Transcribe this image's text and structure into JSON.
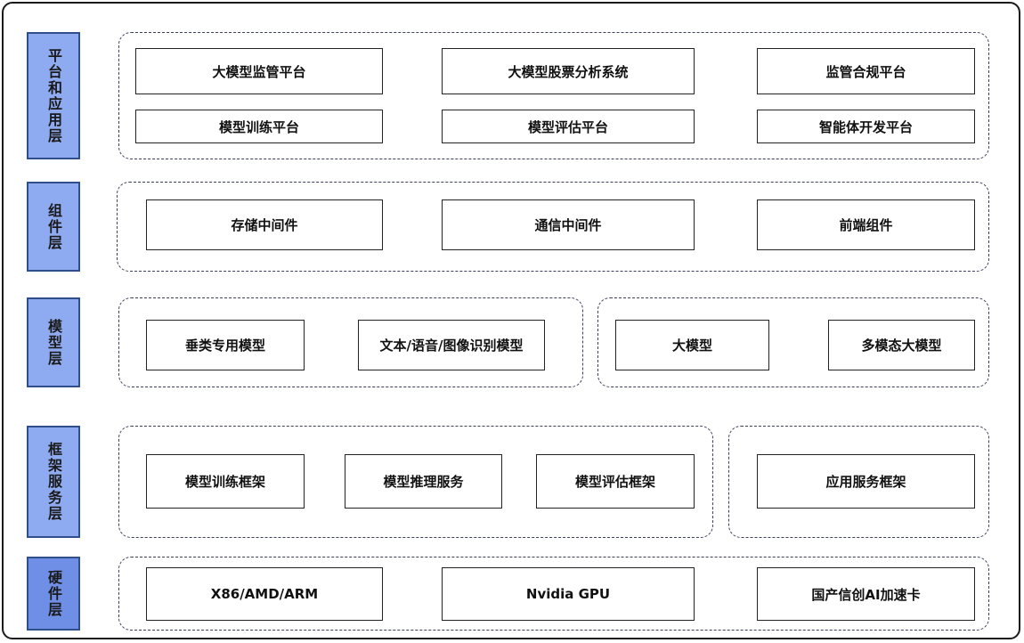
{
  "layers": {
    "platform": {
      "label": "平台和应用层",
      "items": [
        "大模型监管平台",
        "大模型股票分析系统",
        "监管合规平台",
        "模型训练平台",
        "模型评估平台",
        "智能体开发平台"
      ]
    },
    "component": {
      "label": "组件层",
      "items": [
        "存储中间件",
        "通信中间件",
        "前端组件"
      ]
    },
    "model": {
      "label": "模型层",
      "items": [
        "垂类专用模型",
        "文本/语音/图像识别模型",
        "大模型",
        "多模态大模型"
      ]
    },
    "framework": {
      "label": "框架服务层",
      "items": [
        "模型训练框架",
        "模型推理服务",
        "模型评估框架",
        "应用服务框架"
      ]
    },
    "hardware": {
      "label": "硬件层",
      "items": [
        "X86/AMD/ARM",
        "Nvidia GPU",
        "国产信创AI加速卡"
      ]
    }
  },
  "colors": {
    "label_fill": "#8eaaf0",
    "label_fill_dark": "#6f8fe6",
    "label_border": "#2f4f8a",
    "dash_border": "#3b3f5c"
  }
}
